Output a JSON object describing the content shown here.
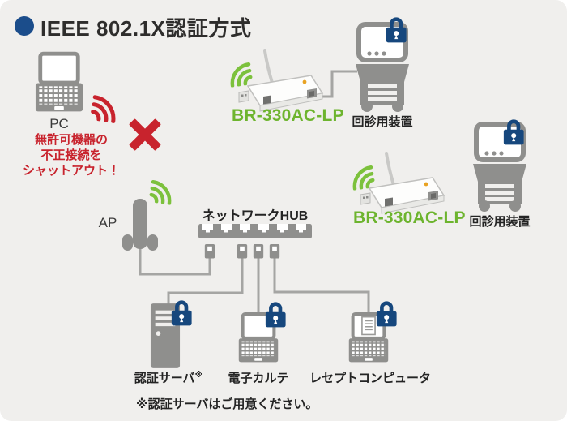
{
  "title": "IEEE 802.1X認証方式",
  "pc": {
    "label": "PC",
    "warning_line1": "無許可機器の",
    "warning_line2": "不正接続を",
    "warning_line3": "シャットアウト！"
  },
  "bridges": {
    "br1_label": "BR-330AC-LP",
    "br2_label": "BR-330AC-LP"
  },
  "carts": {
    "cart1_label": "回診用装置",
    "cart2_label": "回診用装置"
  },
  "network": {
    "ap_label": "AP",
    "hub_label": "ネットワークHUB"
  },
  "lan_devices": {
    "server_label": "認証サーバ",
    "server_note_mark": "※",
    "ehr_label": "電子カルテ",
    "receipt_label": "レセプトコンピュータ"
  },
  "footer": {
    "note": "※認証サーバはご用意ください。"
  },
  "colors": {
    "panel_bg": "#f0efed",
    "accent_navy": "#1b4d8b",
    "lock_navy": "#16477d",
    "alert_red": "#c8232d",
    "brand_green": "#6db42e",
    "wifi_green": "#7cc13c",
    "device_gray": "#8f8f8d",
    "wire_gray": "#a5a5a3"
  }
}
